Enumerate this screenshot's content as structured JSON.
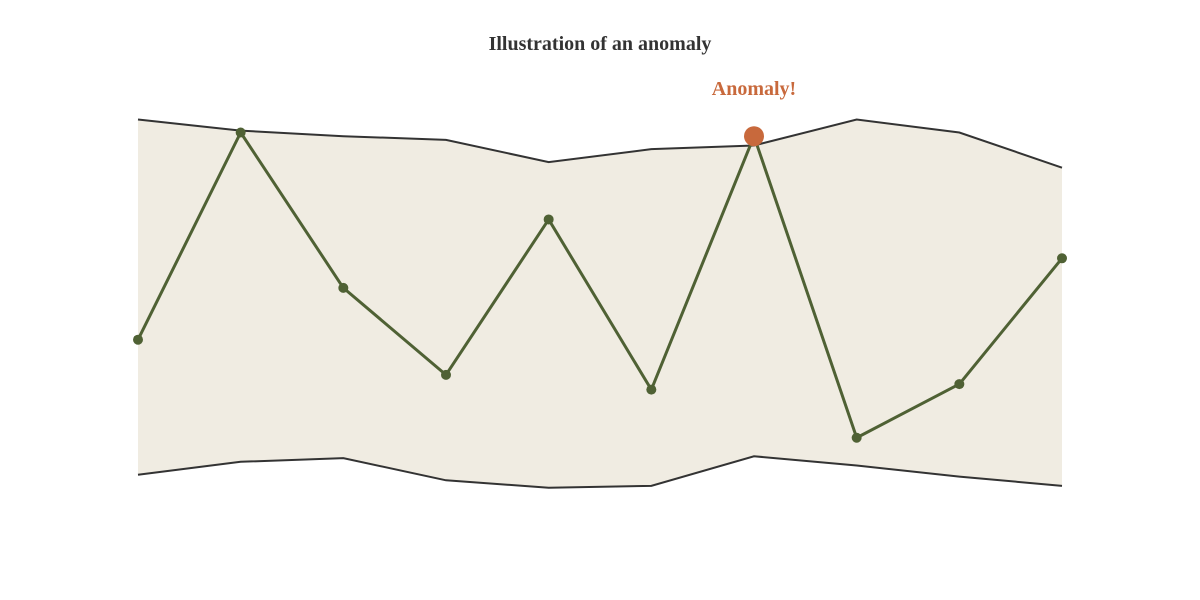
{
  "chart_data": {
    "type": "line",
    "title": "Illustration of an anomaly",
    "xlabel": "",
    "ylabel": "",
    "grid": false,
    "legend": "none",
    "x": [
      0,
      1,
      2,
      3,
      4,
      5,
      6,
      7,
      8,
      9
    ],
    "xlim": [
      0,
      9
    ],
    "ylim": [
      0,
      100
    ],
    "series": [
      {
        "role": "value",
        "values": [
          39,
          95,
          53,
          29.5,
          71.5,
          25.5,
          94,
          12.5,
          27,
          61
        ],
        "color": "#4f6134"
      },
      {
        "role": "upper_bound",
        "values": [
          98.5,
          95.5,
          94,
          93,
          87,
          90.5,
          91.5,
          98.5,
          95,
          85.5
        ],
        "color": "#333333"
      },
      {
        "role": "lower_bound",
        "values": [
          2.5,
          6,
          7,
          1,
          -1,
          -0.5,
          7.5,
          5,
          2,
          -0.5
        ],
        "color": "#333333"
      }
    ],
    "band_fill": "#f0ece2",
    "anomaly": {
      "index": 6,
      "label": "Anomaly!",
      "color": "#c8693c"
    }
  }
}
